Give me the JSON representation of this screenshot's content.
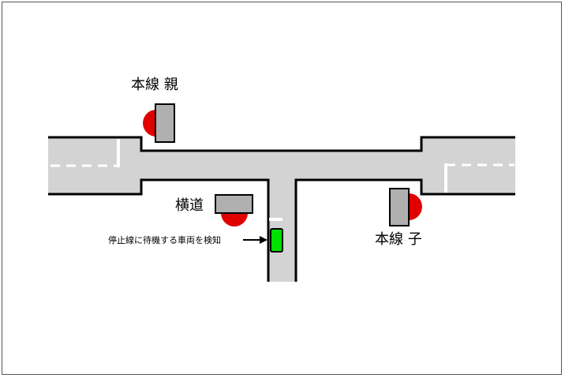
{
  "labels": {
    "main_parent": "本線 親",
    "side_road": "横道",
    "main_child": "本線 子",
    "detector_note": "停止線に待機する車両を検知"
  },
  "colors": {
    "road": "#d3d3d3",
    "road_edge": "#000000",
    "lane_marking": "#ffffff",
    "signal_housing": "#b0b0b0",
    "signal_lamp_red": "#e00000",
    "vehicle_detector": "#00e000",
    "frame_border": "#555555"
  },
  "icons": {
    "main_parent_signal": "traffic-signal-red",
    "side_road_signal": "traffic-signal-red",
    "main_child_signal": "traffic-signal-red",
    "vehicle": "vehicle-detector-green",
    "arrow": "right-arrow"
  }
}
